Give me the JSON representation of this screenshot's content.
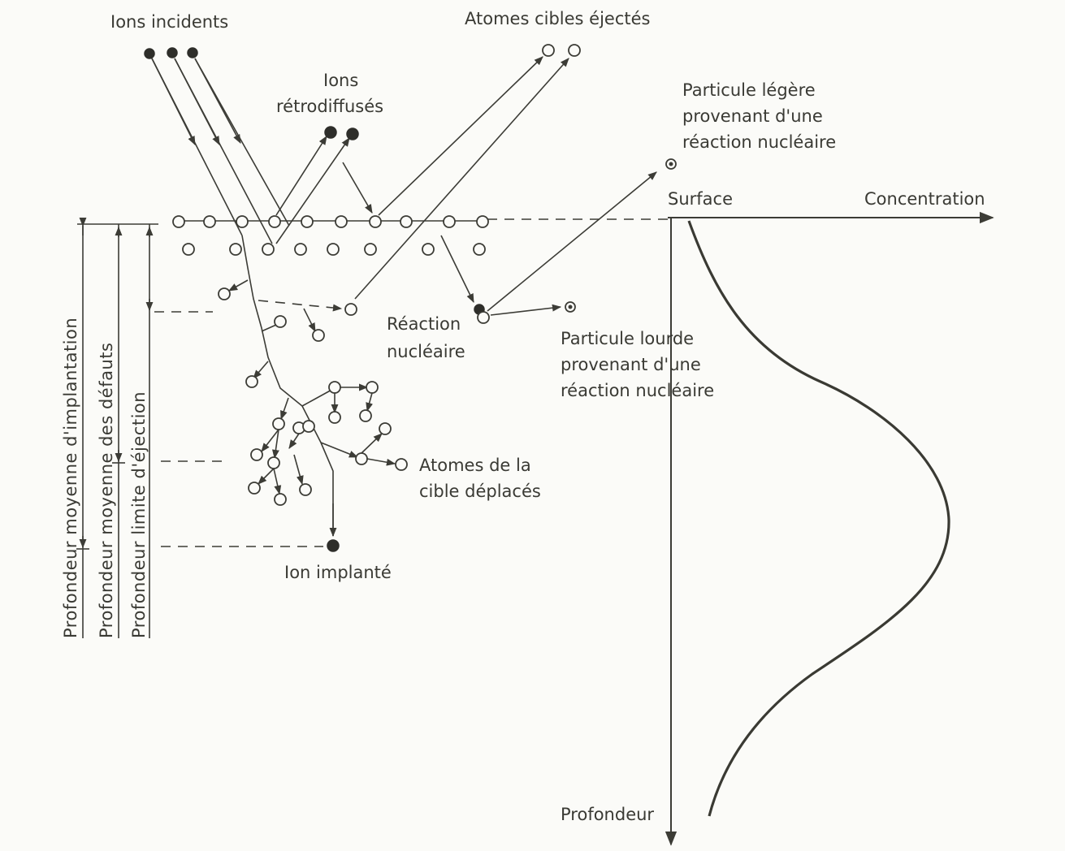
{
  "labels": {
    "ions_incidents": "Ions incidents",
    "atomes_ejectes": "Atomes cibles éjectés",
    "ions_retro_line1": "Ions",
    "ions_retro_line2": "rétrodiffusés",
    "particule_legere_line1": "Particule légère",
    "particule_legere_line2": "provenant d'une",
    "particule_legere_line3": "réaction nucléaire",
    "surface": "Surface",
    "concentration": "Concentration",
    "reaction_line1": "Réaction",
    "reaction_line2": "nucléaire",
    "particule_lourde_line1": "Particule lourde",
    "particule_lourde_line2": "provenant d'une",
    "particule_lourde_line3": "réaction nucléaire",
    "atomes_deplaces_line1": "Atomes de la",
    "atomes_deplaces_line2": "cible déplacés",
    "ion_implante": "Ion implanté",
    "profondeur_axis": "Profondeur",
    "prof_implantation": "Profondeur moyenne d'implantation",
    "prof_defauts": "Profondeur moyenne des défauts",
    "prof_ejection": "Profondeur limite d'éjection"
  },
  "colors": {
    "ink": "#3c3c36",
    "background": "#fbfbf8"
  }
}
